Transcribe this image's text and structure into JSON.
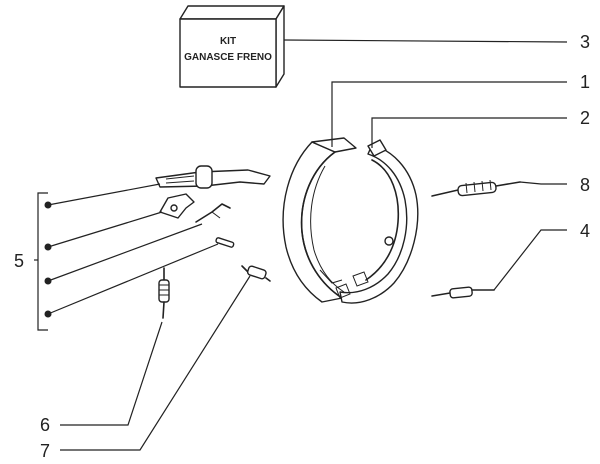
{
  "kit_box": {
    "line1": "KIT",
    "line2": "GANASCE FRENO"
  },
  "callouts": {
    "c1": "1",
    "c2": "2",
    "c3": "3",
    "c4": "4",
    "c5": "5",
    "c6": "6",
    "c7": "7",
    "c8": "8"
  }
}
